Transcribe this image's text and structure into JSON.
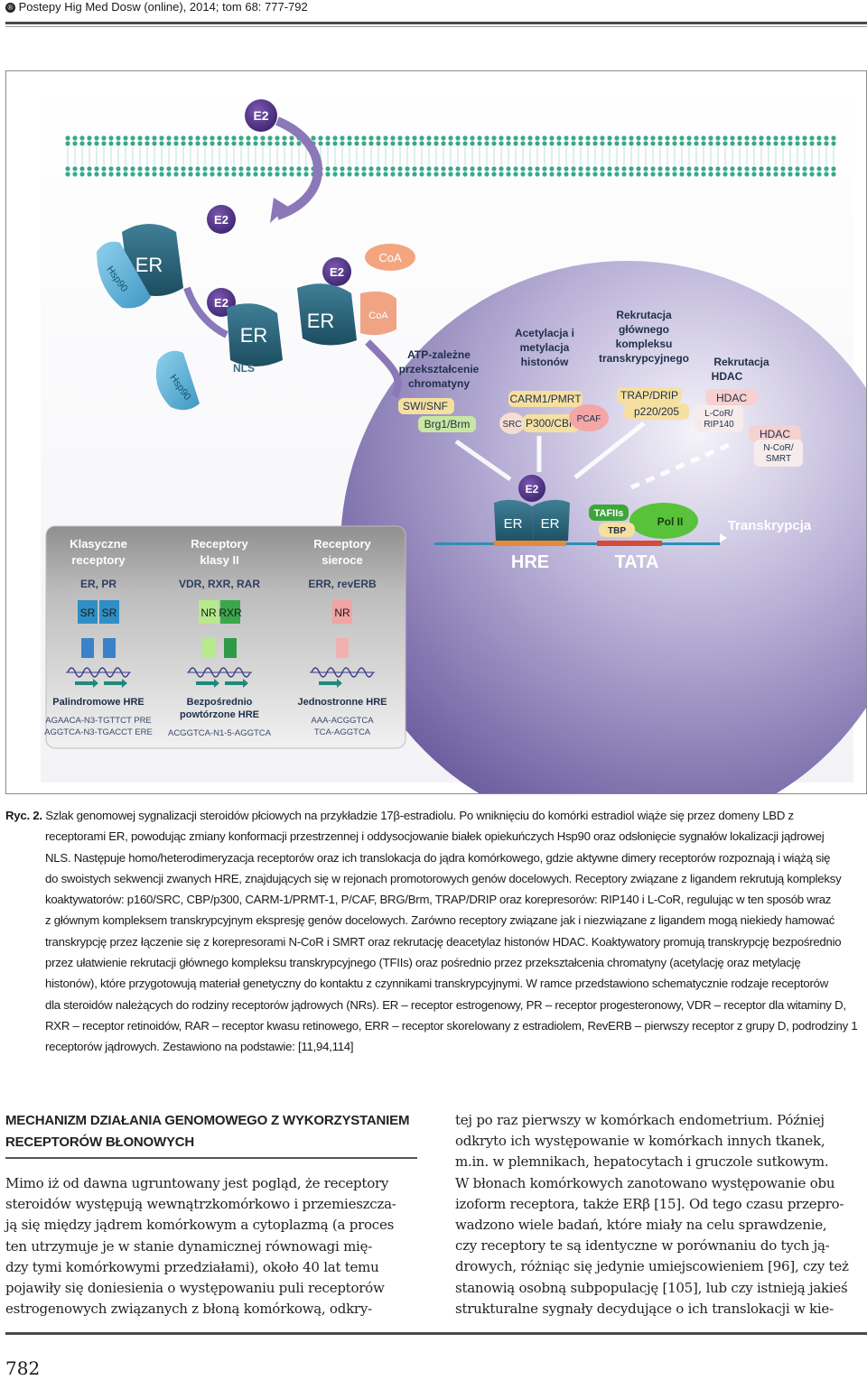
{
  "header": {
    "journal": "Postepy Hig Med Dosw (online), 2014; tom 68: 777-792",
    "icon": "circle-r-icon"
  },
  "figure": {
    "labels": {
      "e2": "E2",
      "er": "ER",
      "hsp90": "Hsp90",
      "coa": "CoA",
      "nls": "NLS",
      "atp_title": [
        "ATP-zależne",
        "przekształcenie",
        "chromatyny"
      ],
      "swi": "SWI/SNF",
      "brg": "Brg1/Brm",
      "acet_title": [
        "Acetylacja i",
        "metylacja",
        "histonów"
      ],
      "carm": "CARM1/PMRT",
      "src": "SRC",
      "p300": "P300/CBP",
      "pcaf": "PCAF",
      "rekr_title": [
        "Rekrutacja",
        "głównego",
        "kompleksu",
        "transkrypcyjnego"
      ],
      "trap": "TRAP/DRIP",
      "p220": "p220/205",
      "hdac_title": [
        "Rekrutacja",
        "HDAC"
      ],
      "hdac": "HDAC",
      "lcor": [
        "L-CoR/",
        "RIP140"
      ],
      "ncor": [
        "N-CoR/",
        "SMRT"
      ],
      "tafii": "TAFIIs",
      "tbp": "TBP",
      "pol": "Pol II",
      "transkrypcja": "Transkrypcja",
      "hre": "HRE",
      "tata": "TATA"
    },
    "panel": {
      "columns": [
        {
          "title": [
            "Klasyczne",
            "receptory"
          ],
          "sub": "ER, PR",
          "boxes": [
            "SR",
            "SR"
          ],
          "hre_title": [
            "Palindromowe HRE"
          ],
          "seqs": [
            "AGAACA-N3-TGTTCT PRE",
            "AGGTCA-N3-TGACCT ERE"
          ]
        },
        {
          "title": [
            "Receptory",
            "klasy II"
          ],
          "sub": "VDR, RXR, RAR",
          "boxes": [
            "NR",
            "RXR"
          ],
          "hre_title": [
            "Bezpośrednio",
            "powtórzone HRE"
          ],
          "seqs": [
            "ACGGTCA-N1-5-AGGTCA"
          ]
        },
        {
          "title": [
            "Receptory",
            "sieroce"
          ],
          "sub": "ERR, revERB",
          "boxes": [
            "NR"
          ],
          "hre_title": [
            "Jednostronne HRE"
          ],
          "seqs": [
            "AAA-ACGGTCA",
            "TCA-AGGTCA"
          ]
        }
      ]
    }
  },
  "caption": {
    "label": "Ryc. 2.",
    "lines": [
      "Szlak genomowej sygnalizacji steroidów płciowych na przykładzie 17β-estradiolu. Po wniknięciu do komórki estradiol wiąże się przez domeny LBD z",
      "receptorami ER, powodując zmiany konformacji przestrzennej i oddysocjowanie białek opiekuńczych Hsp90  oraz odsłonięcie sygnałów lokalizacji jądrowej",
      "NLS. Następuje homo/heterodimeryzacja receptorów oraz ich translokacja do jądra komórkowego, gdzie aktywne dimery receptorów rozpoznają i wiążą się",
      "do swoistych sekwencji zwanych HRE, znajdujących się w rejonach promotorowych genów docelowych. Receptory związane z ligandem rekrutują kompleksy",
      "koaktywatorów: p160/SRC, CBP/p300, CARM-1/PRMT-1, P/CAF, BRG/Brm, TRAP/DRIP oraz korepresorów: RIP140 i L-CoR, regulując w ten sposób wraz",
      "z głównym kompleksem transkrypcyjnym ekspresję genów docelowych. Zarówno receptory związane jak i niezwiązane z ligandem mogą niekiedy hamować",
      "transkrypcję przez łączenie się z korepresorami N-CoR i SMRT oraz rekrutację deacetylaz histonów HDAC. Koaktywatory promują transkrypcję bezpośrednio",
      "przez ułatwienie rekrutacji głównego kompleksu transkrypcyjnego (TFIIs) oraz pośrednio przez przekształcenia chromatyny (acetylację oraz metylację",
      "histonów), które przygotowują materiał genetyczny do kontaktu z czynnikami transkrypcyjnymi. W ramce przedstawiono schematycznie rodzaje receptorów",
      "dla steroidów należących do rodziny receptorów jądrowych (NRs). ER – receptor estrogenowy, PR – receptor progesteronowy, VDR – receptor dla witaminy D,",
      "RXR – receptor retinoidów, RAR – receptor kwasu retinowego, ERR – receptor skorelowany z estradiolem, RevERB – pierwszy receptor z grupy D, podrodziny 1",
      "receptorów jądrowych. Zestawiono na podstawie: [11,94,114]"
    ]
  },
  "section": {
    "heading_1": "Mechanizm działania genomowego z wykorzystaniem",
    "heading_2": "receptorów błonowych",
    "left_lines": [
      "Mimo iż od dawna ugruntowany jest pogląd, że receptory",
      "steroidów występują wewnątrzkomórkowo i przemieszcza-",
      "ją się między jądrem komórkowym a cytoplazmą (a proces",
      "ten utrzymuje je w stanie dynamicznej równowagi mię-",
      "dzy tymi komórkowymi przedziałami), około 40 lat temu",
      "pojawiły się doniesienia o występowaniu puli receptorów",
      "estrogenowych związanych z błoną komórkową, odkry-"
    ],
    "right_lines": [
      "tej po raz pierwszy w komórkach endometrium. Później",
      "odkryto ich występowanie w komórkach innych tkanek,",
      "m.in. w plemnikach, hepatocytach i gruczole sutkowym.",
      "W błonach komórkowych zanotowano występowanie obu",
      "izoform receptora, także ERβ [15]. Od tego czasu przepro-",
      "wadzono wiele badań, które miały na celu sprawdzenie,",
      "czy receptory te są identyczne w porównaniu do tych ją-",
      "drowych, różniąc się jedynie umiejscowieniem [96], czy też",
      "stanowią osobną subpopulację [105], lub czy istnieją jakieś",
      "strukturalne sygnały decydujące o ich translokacji w kie-"
    ]
  },
  "page_number": "782"
}
